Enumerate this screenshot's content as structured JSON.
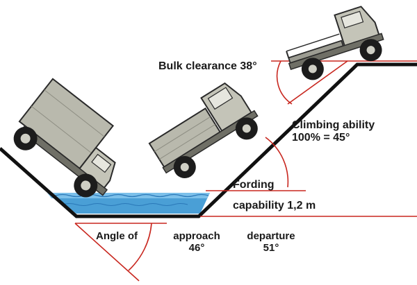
{
  "labels": {
    "bulk_clearance": "Bulk clearance 38°",
    "climbing_line1": "Climbing ability",
    "climbing_line2": "100% = 45°",
    "fording_line1": "Fording",
    "fording_line2": "capability 1,2 m",
    "angle_of": "Angle of",
    "approach": "approach",
    "approach_value": "46°",
    "departure": "departure",
    "departure_value": "51°"
  },
  "colors": {
    "terrain": "#111111",
    "angle_lines": "#c8261e",
    "water": "#4a9fd6",
    "water_dark": "#2a78b8",
    "truck_body": "#b9b9ad",
    "truck_body_dark": "#8d8d82",
    "truck_outline": "#2a2a2a",
    "tire": "#1c1c1c",
    "rim": "#cfcfc5"
  }
}
